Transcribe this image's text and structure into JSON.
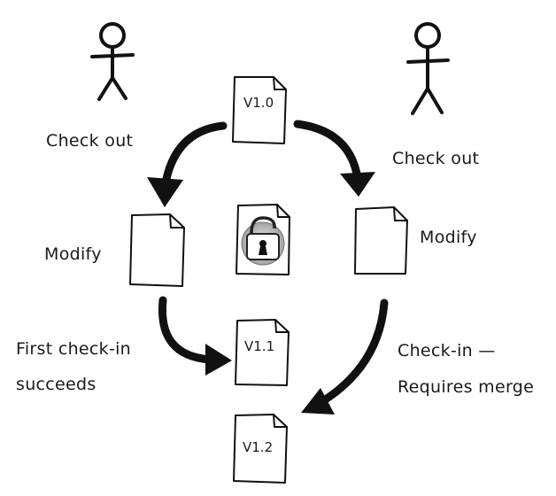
{
  "actors": [
    {
      "name": "left-user"
    },
    {
      "name": "right-user"
    }
  ],
  "documents": {
    "v10": "V1.0",
    "v11": "V1.1",
    "v12": "V1.2"
  },
  "labels": {
    "checkout_left": "Check out",
    "checkout_right": "Check out",
    "modify_left": "Modify",
    "modify_right": "Modify",
    "first_checkin_line1": "First check-in",
    "first_checkin_line2": "succeeds",
    "checkin_line1": "Check-in —",
    "checkin_line2": "Requires merge"
  },
  "icons": {
    "lock": "lock-icon"
  }
}
